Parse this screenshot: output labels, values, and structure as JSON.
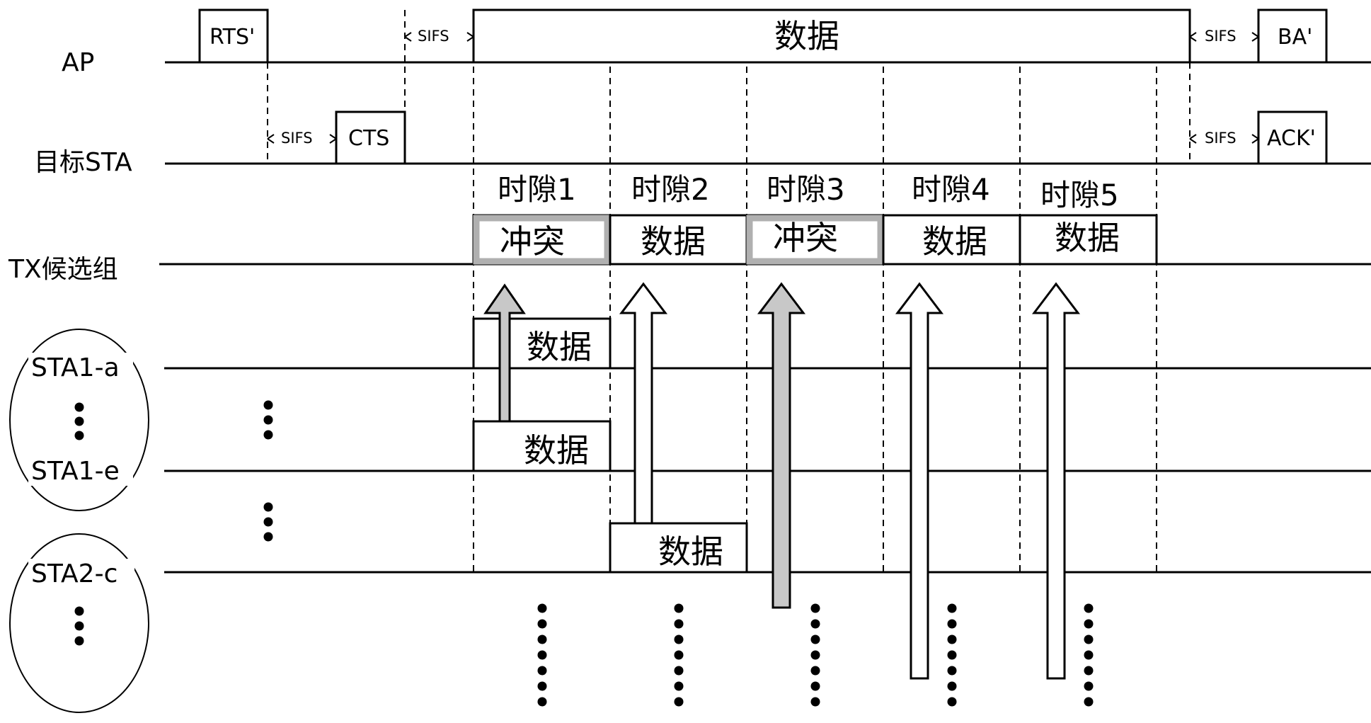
{
  "rows": {
    "ap": "AP",
    "target_sta": "目标STA",
    "tx_group": "TX候选组",
    "sta1a": "STA1-a",
    "sta1e": "STA1-e",
    "sta2c": "STA2-c"
  },
  "frames": {
    "rts": "RTS'",
    "cts": "CTS",
    "ba": "BA'",
    "ack": "ACK'",
    "sifs": "SIFS",
    "ap_data": "数据"
  },
  "slots": [
    "时隙1",
    "时隙2",
    "时隙3",
    "时隙4",
    "时隙5"
  ],
  "tx_group_cells": [
    "冲突",
    "数据",
    "冲突",
    "数据",
    "数据"
  ],
  "sta_data": {
    "sta1a_data": "数据",
    "sta1e_data": "数据",
    "sta2c_data": "数据"
  },
  "colors": {
    "line": "#000000",
    "collision_fill": "#b0b0b0",
    "collision_arrow": "#c8c8c8",
    "background": "#ffffff"
  }
}
